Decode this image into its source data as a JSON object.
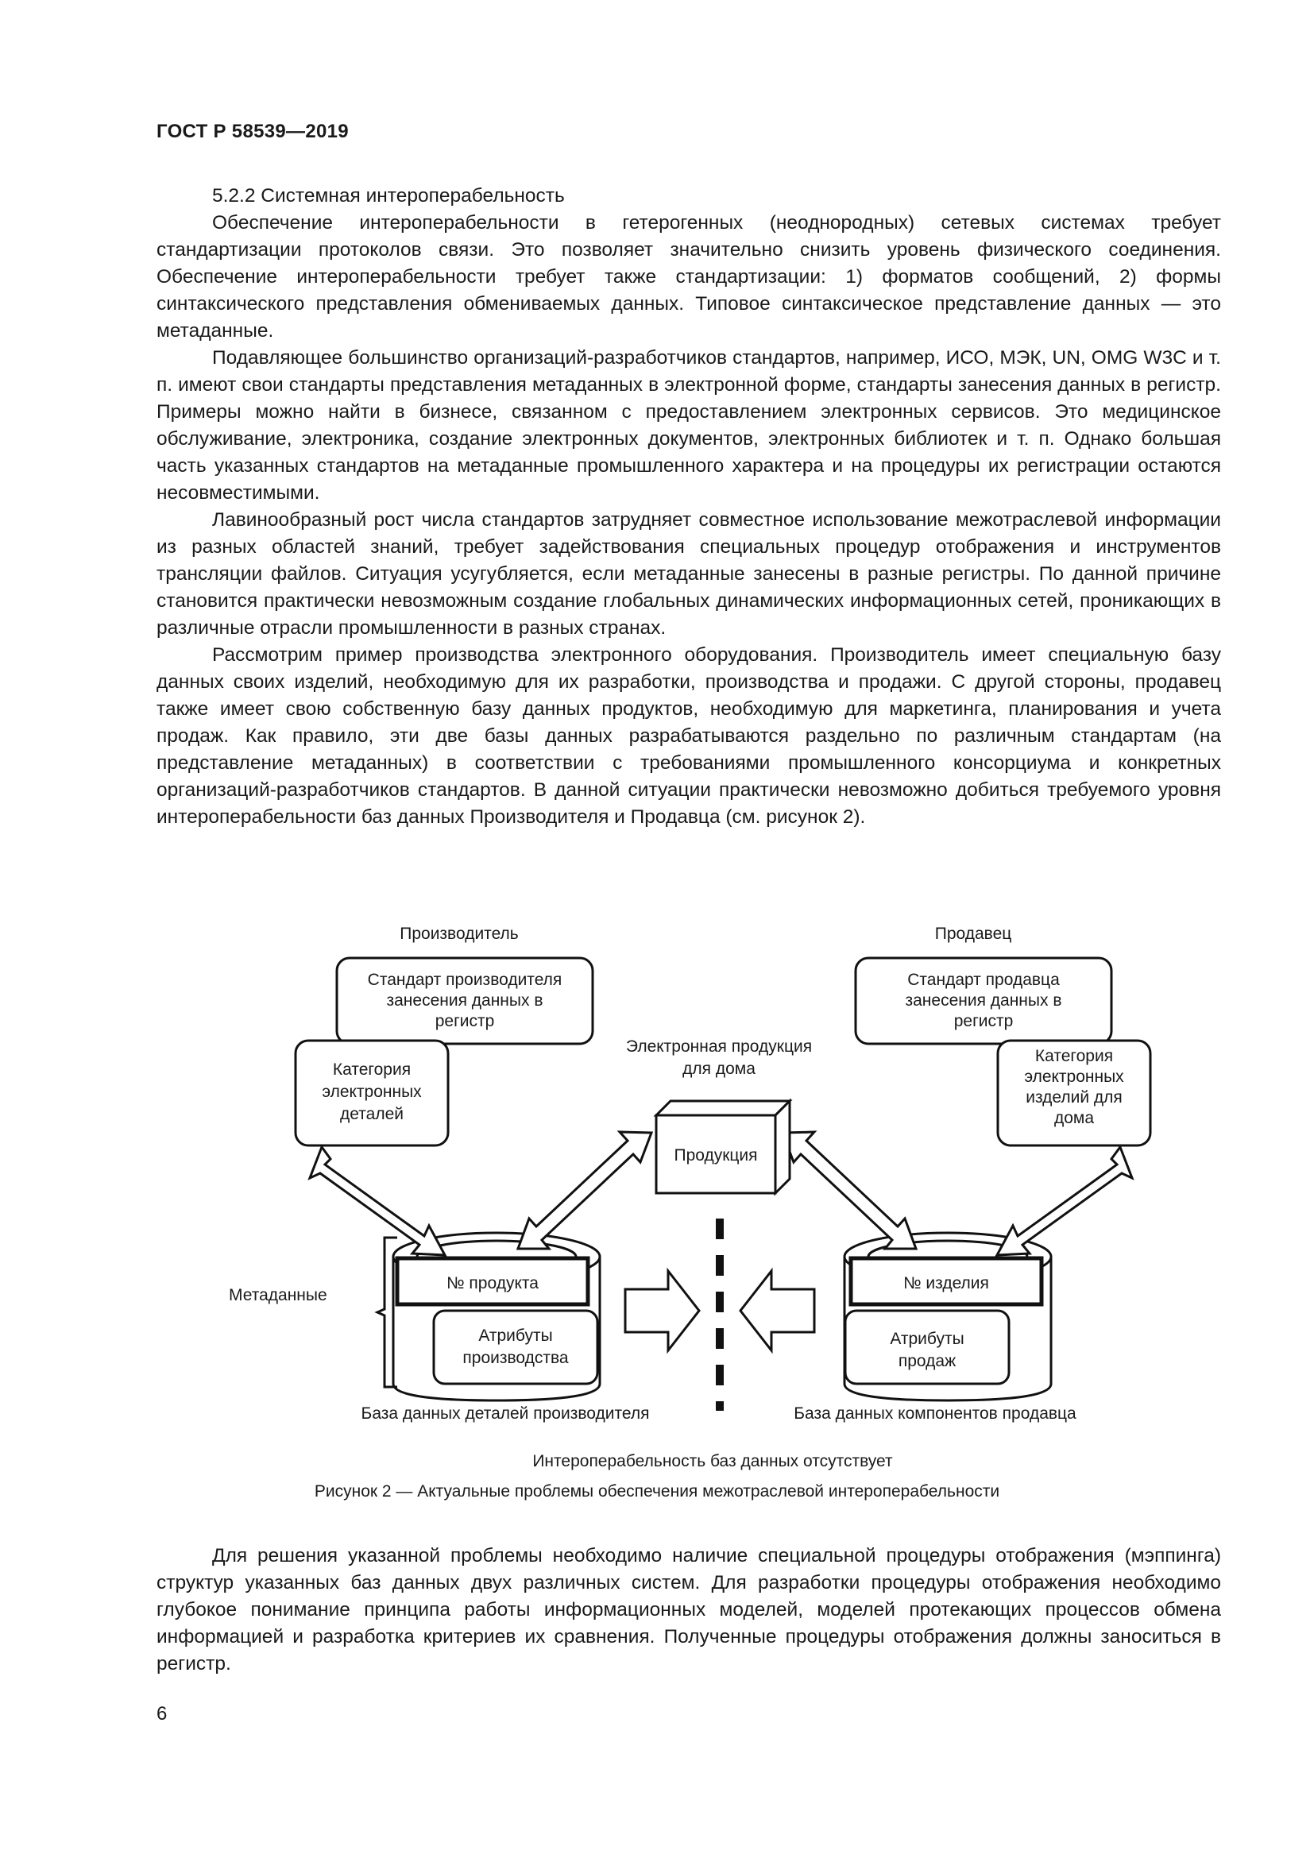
{
  "header": "ГОСТ Р 58539—2019",
  "section_title": "5.2.2 Системная интероперабельность",
  "paragraphs_top": [
    "Обеспечение интероперабельности в гетерогенных (неоднородных) сетевых системах требует стандартизации протоколов связи. Это позволяет значительно снизить уровень физического соединения. Обеспечение интероперабельности требует также стандартизации: 1) форматов сообщений, 2) формы синтаксического представления обмениваемых данных. Типовое синтаксическое представление данных — это метаданные.",
    "Подавляющее большинство организаций-разработчиков стандартов, например, ИСО, МЭК, UN, OMG W3C и т. п. имеют свои стандарты представления метаданных в электронной форме, стандарты занесения данных в регистр. Примеры можно найти в бизнесе, связанном с предоставлением электронных сервисов. Это медицинское обслуживание, электроника, создание электронных документов, электронных библиотек и т. п. Однако большая часть указанных стандартов на метаданные промышленного характера и на процедуры их регистрации остаются несовместимыми.",
    "Лавинообразный рост числа стандартов затрудняет совместное использование межотраслевой информации из разных областей знаний, требует задействования специальных процедур отображения и инструментов трансляции файлов. Ситуация усугубляется, если метаданные занесены в разные регистры. По данной причине становится практически невозможным создание глобальных динамических информационных сетей, проникающих в различные отрасли промышленности в разных странах.",
    "Рассмотрим пример производства электронного оборудования. Производитель имеет специальную базу данных своих изделий, необходимую для их разработки, производства и продажи. С другой стороны, продавец также имеет свою собственную базу данных продуктов, необходимую для маркетинга, планирования и учета продаж. Как правило, эти две базы данных разрабатываются раздельно по различным стандартам (на представление метаданных) в соответствии с требованиями промышленного консорциума и конкретных организаций-разработчиков стандартов. В данной ситуации практически невозможно добиться требуемого уровня интероперабельности баз данных Производителя и Продавца (см. рисунок 2)."
  ],
  "figure": {
    "manufacturer_label": "Производитель",
    "seller_label": "Продавец",
    "manuf_standard": [
      "Стандарт производителя",
      "занесения данных в",
      "регистр"
    ],
    "seller_standard": [
      "Стандарт продавца",
      "занесения данных в",
      "регистр"
    ],
    "manuf_category": [
      "Категория",
      "электронных",
      "деталей"
    ],
    "seller_category": [
      "Категория",
      "электронных",
      "изделий для",
      "дома"
    ],
    "product_title": [
      "Электронная продукция",
      "для дома"
    ],
    "product_box": "Продукция",
    "metadata_label": "Метаданные",
    "manuf_field": "№ продукта",
    "seller_field": "№ изделия",
    "manuf_attrs": [
      "Атрибуты",
      "производства"
    ],
    "seller_attrs": [
      "Атрибуты",
      "продаж"
    ],
    "manuf_db": "База данных деталей производителя",
    "seller_db": "База данных компонентов продавца",
    "bottom_note": "Интероперабельность баз данных отсутствует"
  },
  "caption": "Рисунок 2 — Актуальные проблемы обеспечения межотраслевой интероперабельности",
  "paragraphs_bottom": [
    "Для решения указанной проблемы необходимо наличие специальной процедуры отображения (мэппинга) структур указанных баз данных двух различных систем. Для разработки процедуры отображения необходимо глубокое понимание принципа работы информационных моделей, моделей протекающих процессов обмена информацией и разработка критериев их сравнения. Полученные процедуры отображения должны заноситься в регистр."
  ],
  "page_number": "6"
}
